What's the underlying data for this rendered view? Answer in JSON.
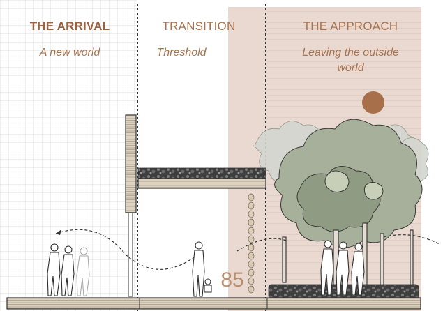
{
  "colors": {
    "accent": "#a8734f",
    "accent_bold": "#9a6240",
    "pink_zone": "#e8d5cd",
    "grid": "#d7d7d7",
    "sun": "#a8704a",
    "tree": "#9aa68c",
    "tree_back": "#cfd3ca"
  },
  "zones": [
    {
      "title": "THE ARRIVAL",
      "subtitle": "A new world"
    },
    {
      "title": "TRANSITION",
      "subtitle": "Threshold"
    },
    {
      "title": "THE APPROACH",
      "subtitle": "Leaving the outside world"
    }
  ],
  "markers": {
    "step_number": "85"
  }
}
